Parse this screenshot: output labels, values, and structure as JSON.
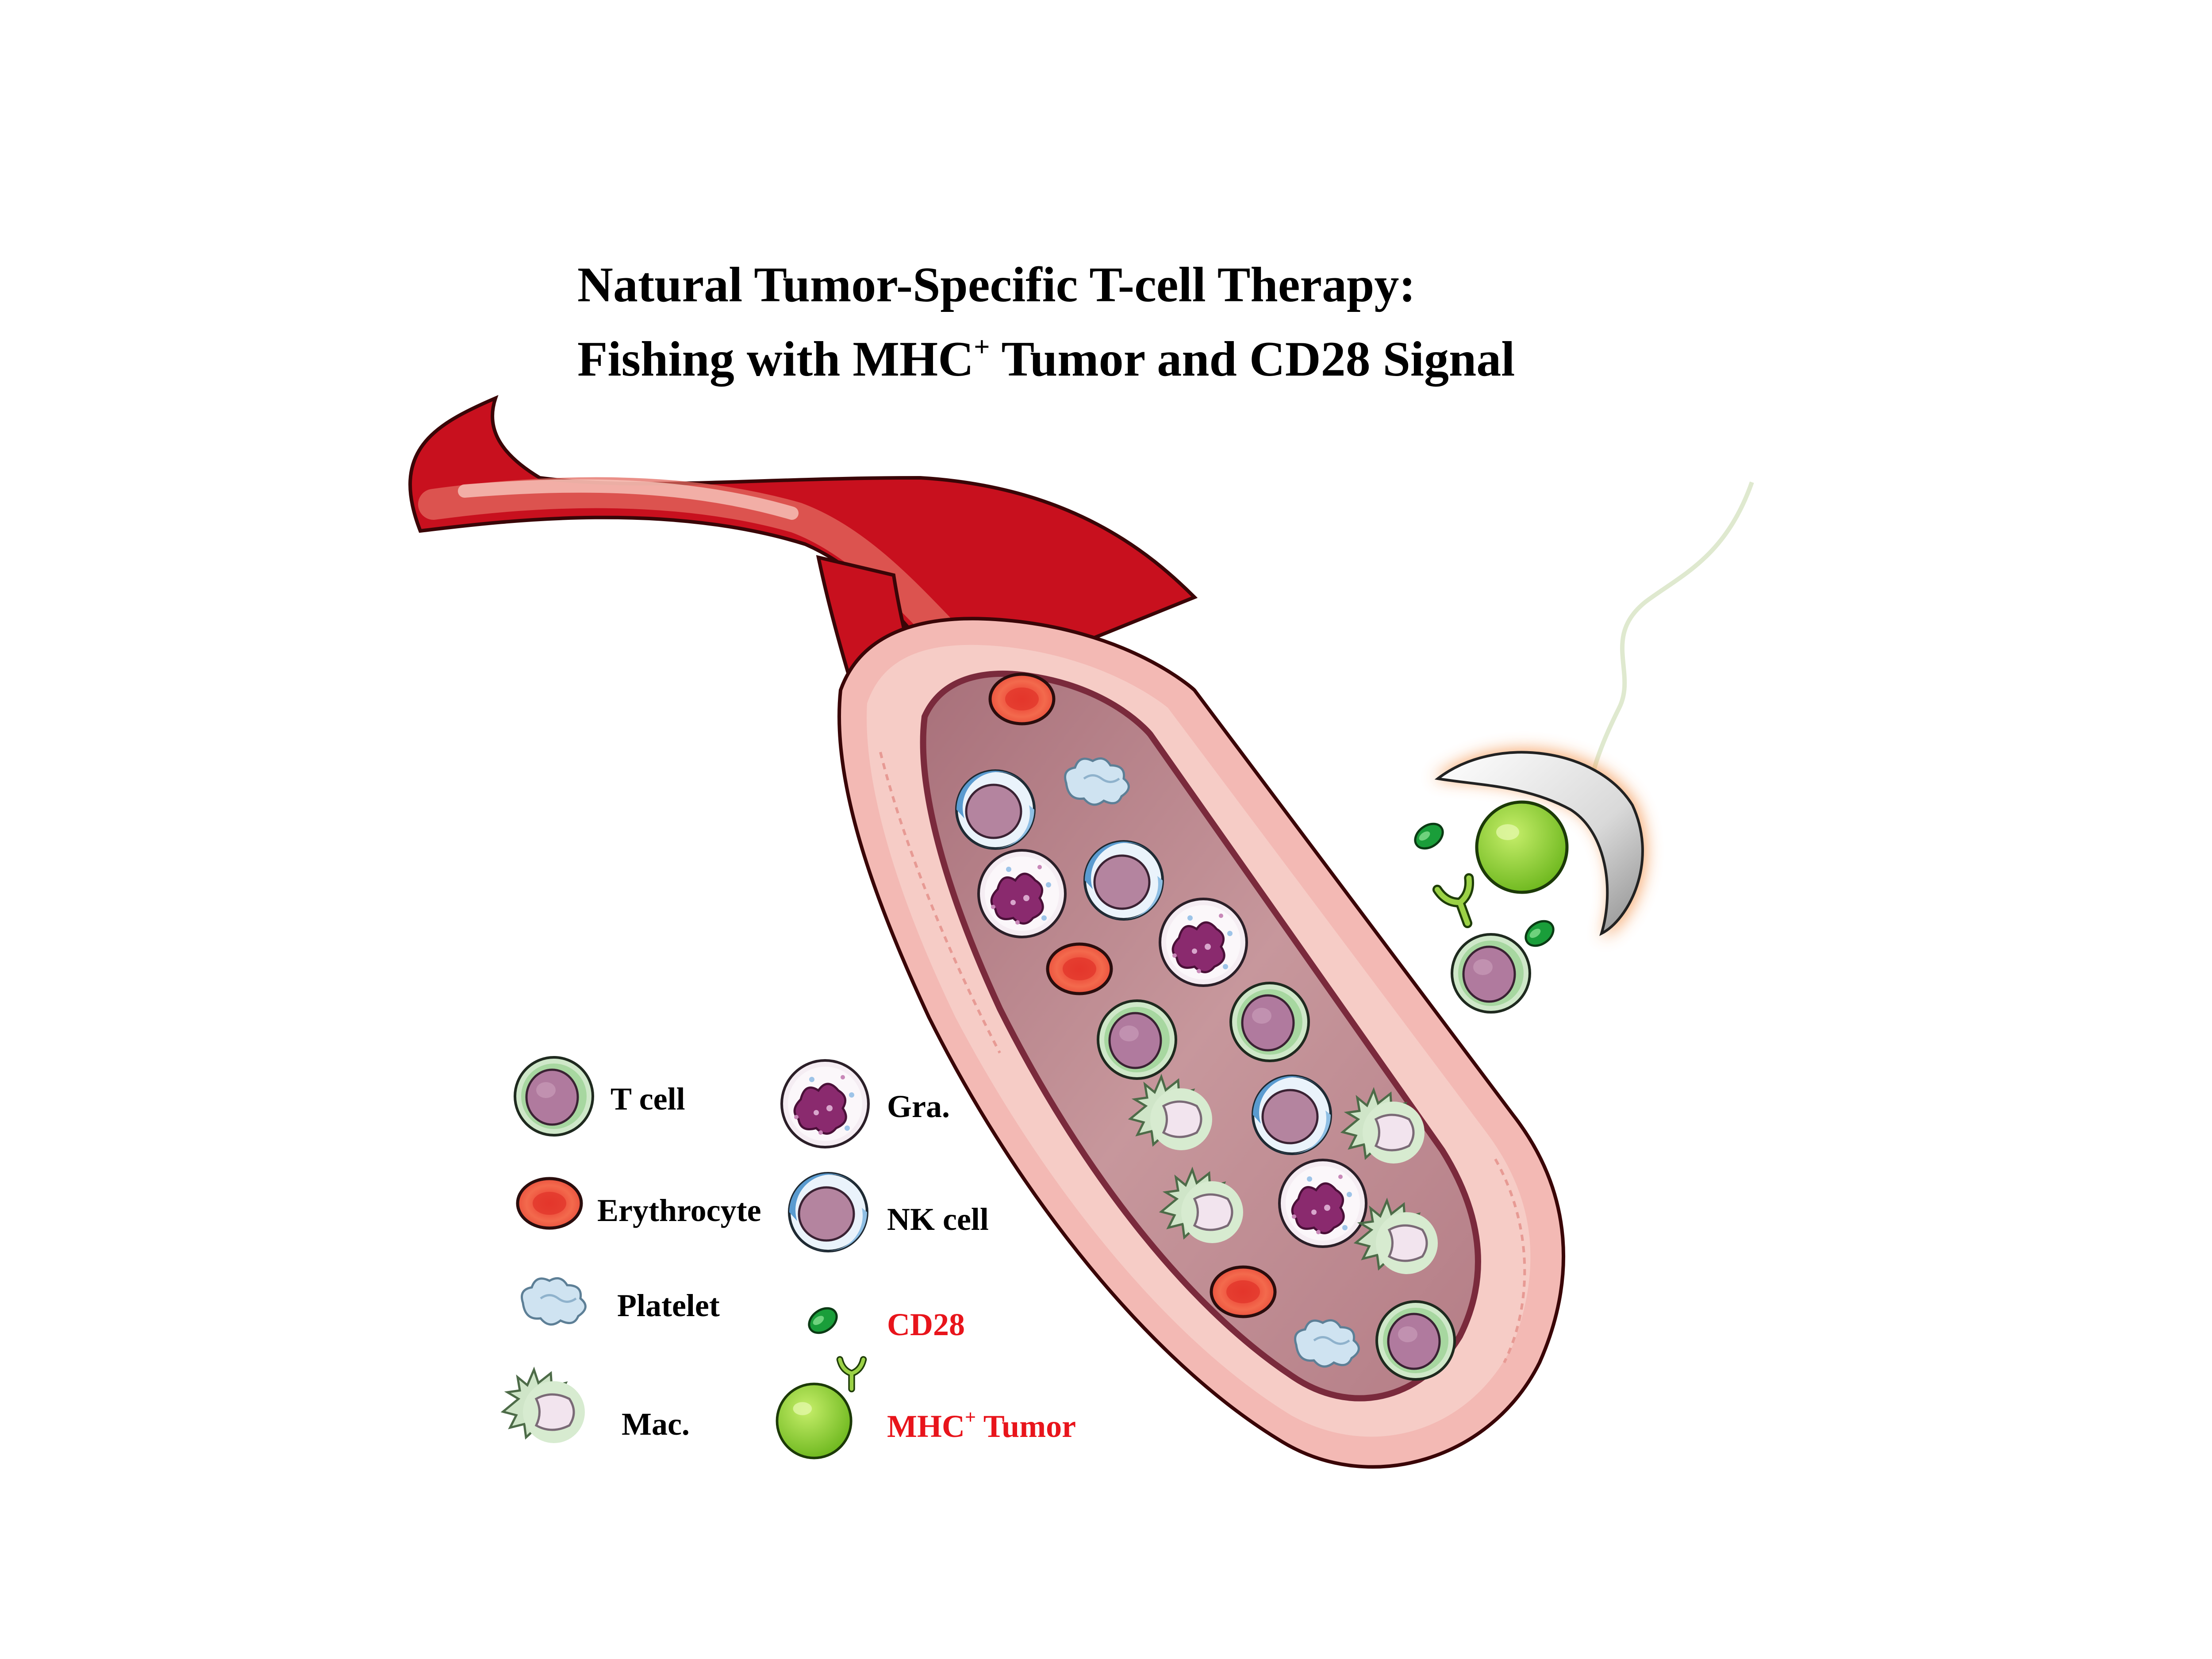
{
  "title": {
    "line1": "Natural Tumor-Specific T-cell Therapy:",
    "line2_prefix": "Fishing with MHC",
    "line2_sup": "+",
    "line2_suffix": " Tumor and CD28 Signal"
  },
  "legend": {
    "t_cell": "T cell",
    "erythrocyte": "Erythrocyte",
    "platelet": "Platelet",
    "macrophage": "Mac.",
    "granulocyte": "Gra.",
    "nk_cell": "NK cell",
    "cd28": "CD28",
    "mhc_tumor_prefix": "MHC",
    "mhc_tumor_sup": "+",
    "mhc_tumor_suffix": " Tumor"
  },
  "colors": {
    "vessel_red": "#c8101e",
    "vessel_wall": "#f3b9b4",
    "lumen": "#b9828a",
    "t_cell_ring": "#a7d7a0",
    "nk_ring": "#5a9bd0",
    "nucleus": "#b07a9e",
    "erythrocyte": "#ef4b3a",
    "platelet": "#cfe3f1",
    "macrophage": "#cfe5c8",
    "granule": "#8a2a6e",
    "cd28": "#1a9e3a",
    "tumor": "#8fd437",
    "label_red": "#e8141b",
    "hook_glow": "#f6a060"
  }
}
